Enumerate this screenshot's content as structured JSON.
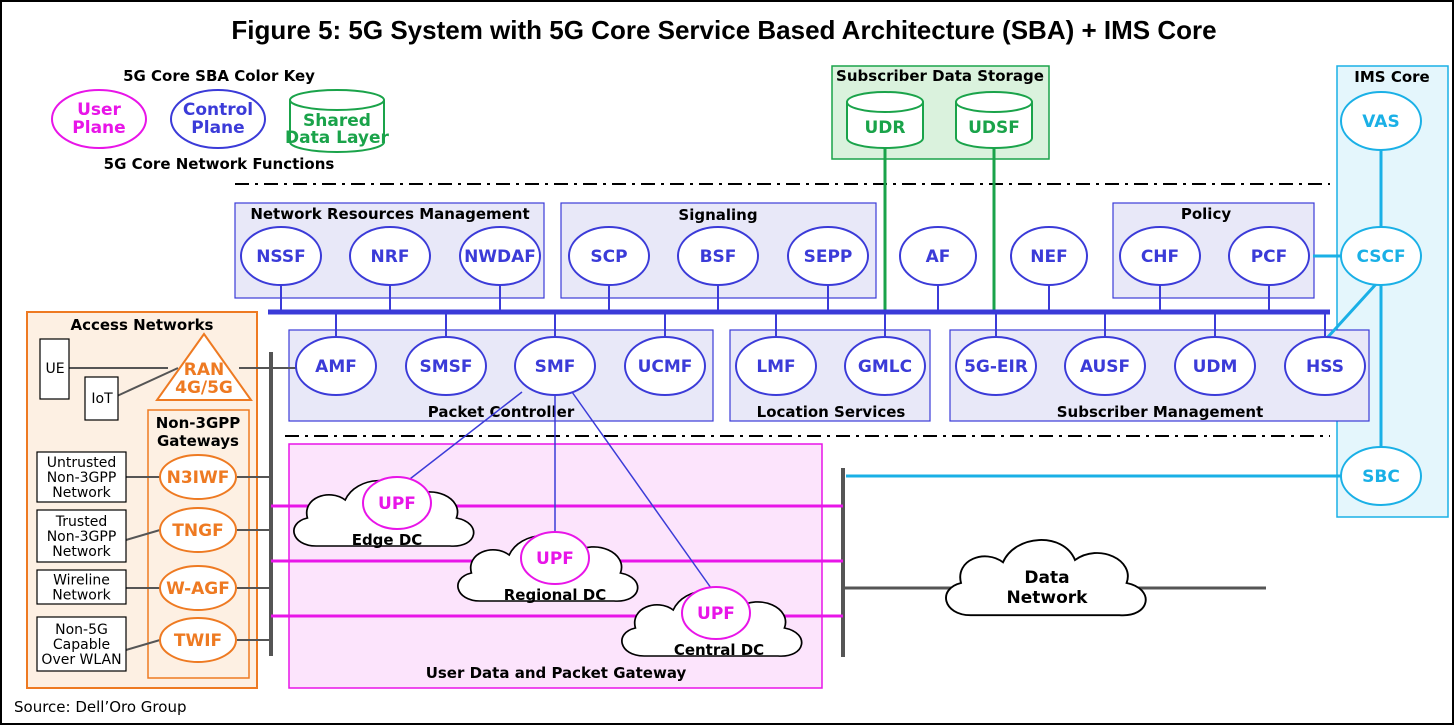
{
  "title": "Figure 5: 5G System with 5G Core Service Based Architecture (SBA) + IMS Core",
  "source": "Source: Dell’Oro Group",
  "colors": {
    "user_plane": "#e815e8",
    "control_plane": "#3b3bd8",
    "data_layer": "#1aa34a",
    "access": "#ee7a22",
    "ims": "#1ab0e6",
    "bus": "#3b3bd8",
    "gray": "#555555"
  },
  "legend": {
    "key_title": "5G Core SBA Color Key",
    "footer": "5G Core Network Functions",
    "user_plane": [
      "User",
      "Plane"
    ],
    "control_plane": [
      "Control",
      "Plane"
    ],
    "data_layer": [
      "Shared",
      "Data Layer"
    ]
  },
  "subscriber_data_storage": {
    "label": "Subscriber Data Storage",
    "nodes": [
      "UDR",
      "UDSF"
    ]
  },
  "ims_core": {
    "label": "IMS Core",
    "nodes": [
      "VAS",
      "CSCF",
      "SBC"
    ]
  },
  "network_resources": {
    "label": "Network Resources Management",
    "nodes": [
      "NSSF",
      "NRF",
      "NWDAF"
    ]
  },
  "signaling": {
    "label": "Signaling",
    "nodes": [
      "SCP",
      "BSF",
      "SEPP"
    ]
  },
  "standalone": [
    "AF",
    "NEF"
  ],
  "policy": {
    "label": "Policy",
    "nodes": [
      "CHF",
      "PCF"
    ]
  },
  "packet_controller": {
    "label": "Packet Controller",
    "nodes": [
      "AMF",
      "SMSF",
      "SMF",
      "UCMF"
    ]
  },
  "location_services": {
    "label": "Location Services",
    "nodes": [
      "LMF",
      "GMLC"
    ]
  },
  "subscriber_management": {
    "label": "Subscriber Management",
    "nodes": [
      "5G-EIR",
      "AUSF",
      "UDM",
      "HSS"
    ]
  },
  "access_networks": {
    "label": "Access Networks",
    "ue": "UE",
    "iot": "IoT",
    "ran": [
      "RAN",
      "4G/5G"
    ],
    "non3gpp_label": [
      "Non-3GPP",
      "Gateways"
    ],
    "gateways": [
      {
        "name": "N3IWF",
        "desc": [
          "Untrusted",
          "Non-3GPP",
          "Network"
        ]
      },
      {
        "name": "TNGF",
        "desc": [
          "Trusted",
          "Non-3GPP",
          "Network"
        ]
      },
      {
        "name": "W-AGF",
        "desc": [
          "Wireline",
          "Network"
        ]
      },
      {
        "name": "TWIF",
        "desc": [
          "Non-5G",
          "Capable",
          "Over WLAN"
        ]
      }
    ]
  },
  "user_data": {
    "label": "User Data and Packet Gateway",
    "upf": "UPF",
    "dcs": [
      "Edge DC",
      "Regional DC",
      "Central DC"
    ]
  },
  "data_network": [
    "Data",
    "Network"
  ]
}
